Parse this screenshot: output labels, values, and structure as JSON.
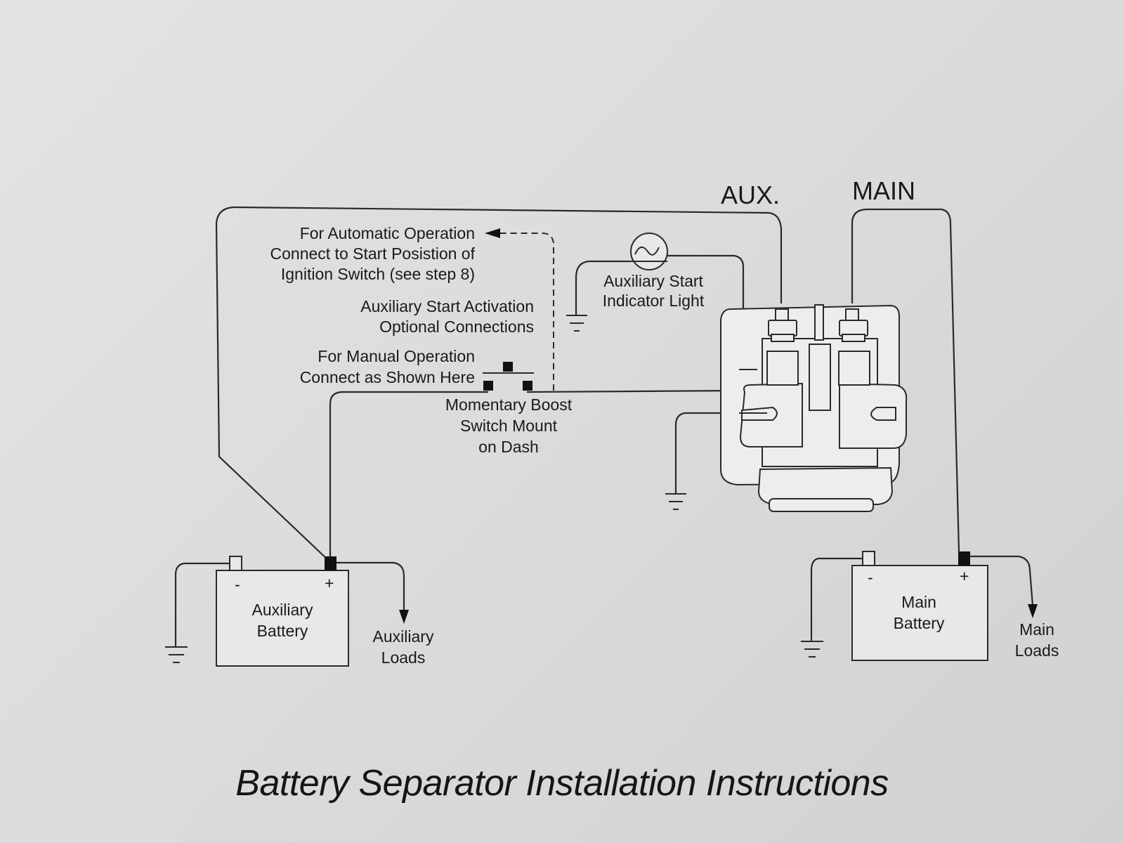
{
  "title": "Battery Separator Installation Instructions",
  "labels": {
    "aux": "AUX.",
    "main": "MAIN",
    "automatic_operation": [
      "For Automatic Operation",
      "Connect to Start Posistion of",
      "Ignition Switch (see step 8)"
    ],
    "activation": [
      "Auxiliary Start Activation",
      "Optional Connections"
    ],
    "manual_operation": [
      "For Manual Operation",
      "Connect as Shown Here"
    ],
    "boost_switch": [
      "Momentary Boost",
      "Switch Mount",
      "on Dash"
    ],
    "indicator_light": [
      "Auxiliary Start",
      "Indicator Light"
    ],
    "aux_battery": [
      "Auxiliary",
      "Battery"
    ],
    "aux_loads": [
      "Auxiliary",
      "Loads"
    ],
    "main_battery": [
      "Main",
      "Battery"
    ],
    "main_loads": [
      "Main",
      "Loads"
    ],
    "minus": "-",
    "plus": "+"
  }
}
